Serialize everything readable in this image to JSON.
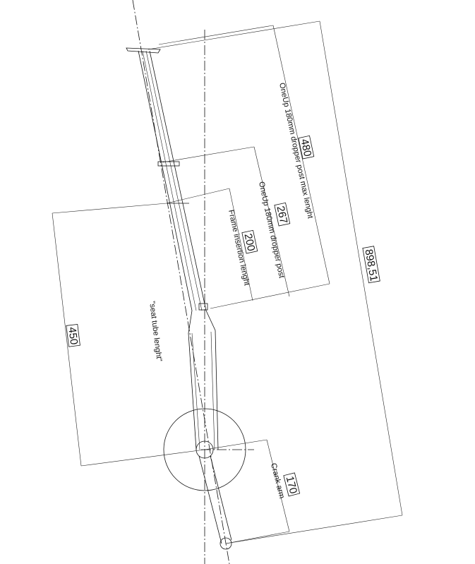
{
  "dimensions": {
    "max_length": {
      "value": "480",
      "label": "OneUp 180mm dropper post max lenght"
    },
    "post": {
      "value": "267",
      "label": "OneUp 180mm dropper post"
    },
    "insertion": {
      "value": "200",
      "label": "Frame insertion lenght"
    },
    "seat_tube": {
      "value": "450",
      "label": "\"seat tube lenght\""
    },
    "total": {
      "value": "898,51"
    },
    "crank": {
      "value": "170",
      "label": "Crank arm"
    }
  }
}
